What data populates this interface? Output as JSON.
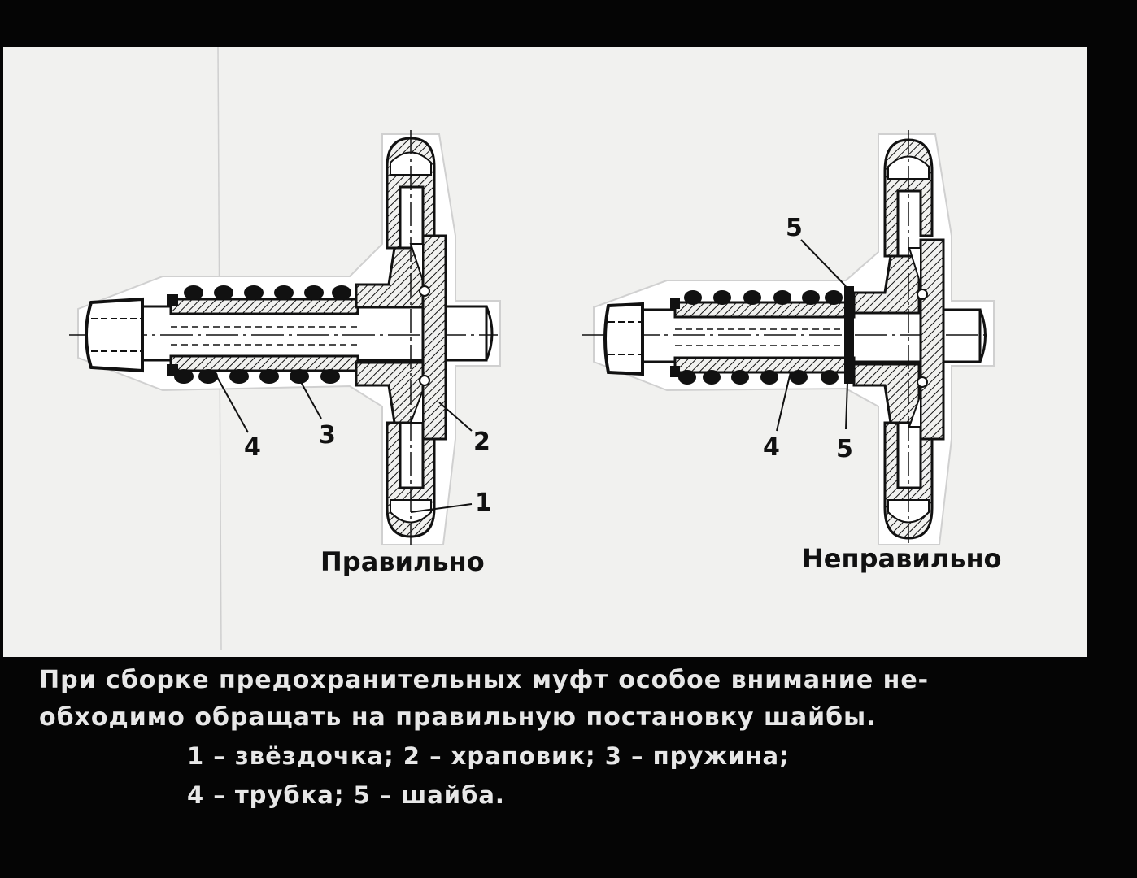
{
  "diagram": {
    "left": {
      "title": "Правильно",
      "callouts": [
        "4",
        "3",
        "2",
        "1"
      ]
    },
    "right": {
      "title": "Неправильно",
      "callouts": [
        "5",
        "4",
        "5"
      ]
    }
  },
  "caption": {
    "line1": "При сборке предохранительных муфт особое внимание не-",
    "line2": "обходимо обращать на правильную постановку шайбы.",
    "legend1": "1 – звёздочка; 2 – храповик; 3 – пружина;",
    "legend2": "4 – трубка; 5 – шайба."
  },
  "colors": {
    "background": "#050505",
    "paper": "#f1f1ef",
    "ink": "#111111",
    "caption_text": "#e7e7e7"
  }
}
